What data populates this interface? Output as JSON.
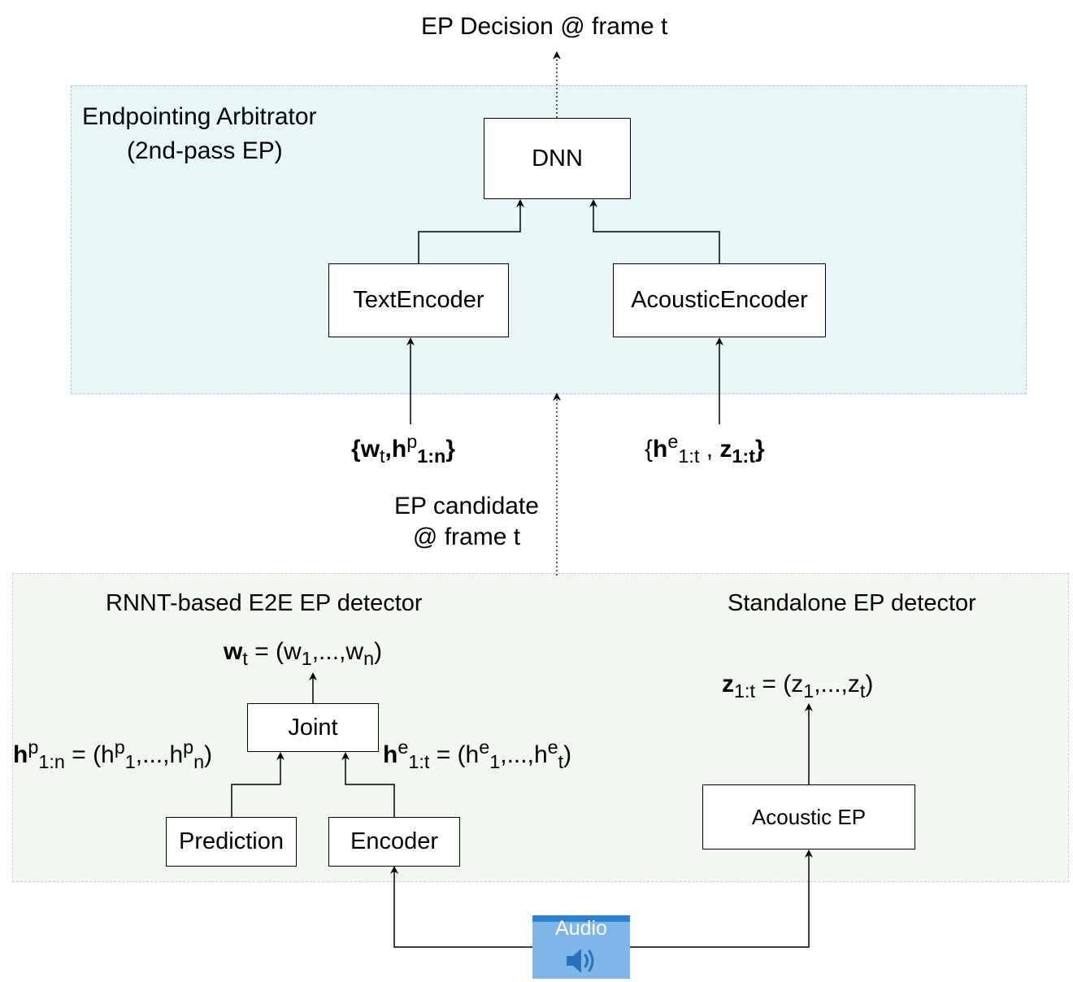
{
  "top_label": "EP Decision @ frame t",
  "arbitrator": {
    "title_line1": "Endpointing Arbitrator",
    "title_line2": "(2nd-pass EP)"
  },
  "boxes": {
    "dnn": "DNN",
    "text_encoder": "TextEncoder",
    "acoustic_encoder": "AcousticEncoder",
    "joint": "Joint",
    "prediction": "Prediction",
    "encoder": "Encoder",
    "acoustic_ep": "Acoustic EP"
  },
  "inputs": {
    "text_open": "{",
    "text_w": "w",
    "text_w_sub": "t",
    "text_comma": ",",
    "text_h": "h",
    "text_h_sup": "p",
    "text_h_sub": "1:n",
    "text_close": "}",
    "ac_open": "{",
    "ac_h": "h",
    "ac_h_sup": "e",
    "ac_h_sub": "1:t",
    "ac_sep": " , ",
    "ac_z": "z",
    "ac_z_sub": "1:t",
    "ac_close": "}"
  },
  "candidate": {
    "line1": "EP candidate",
    "line2": "@ frame t"
  },
  "rnnt": {
    "title": "RNNT-based E2E EP detector"
  },
  "standalone": {
    "title": "Standalone EP detector"
  },
  "formulas": {
    "wt_bold": "w",
    "wt_sub": "t",
    "wt_mid": " = (w",
    "wt_sub1": "1",
    "wt_dots": ",...,w",
    "wt_subn": "n",
    "wt_end": ")",
    "hp_bold": "h",
    "hp_sup": "p",
    "hp_sub": "1:n",
    "hp_mid": " = (h",
    "hp_sup1": "p",
    "hp_sub1": "1",
    "hp_dots": ",...,h",
    "hp_sup2": "p",
    "hp_subn": "n",
    "hp_end": ")",
    "he_bold": "h",
    "he_sup": "e",
    "he_sub": "1:t",
    "he_mid": " = (h",
    "he_sup1": "e",
    "he_sub1": "1",
    "he_dots": ",...,h",
    "he_sup2": "e",
    "he_subt": "t",
    "he_end": ")",
    "z_bold": "z",
    "z_sub": "1:t",
    "z_mid": " = (z",
    "z_sub1": "1",
    "z_dots": ",...,z",
    "z_subt": "t",
    "z_end": ")"
  },
  "audio": {
    "label": "Audio"
  }
}
